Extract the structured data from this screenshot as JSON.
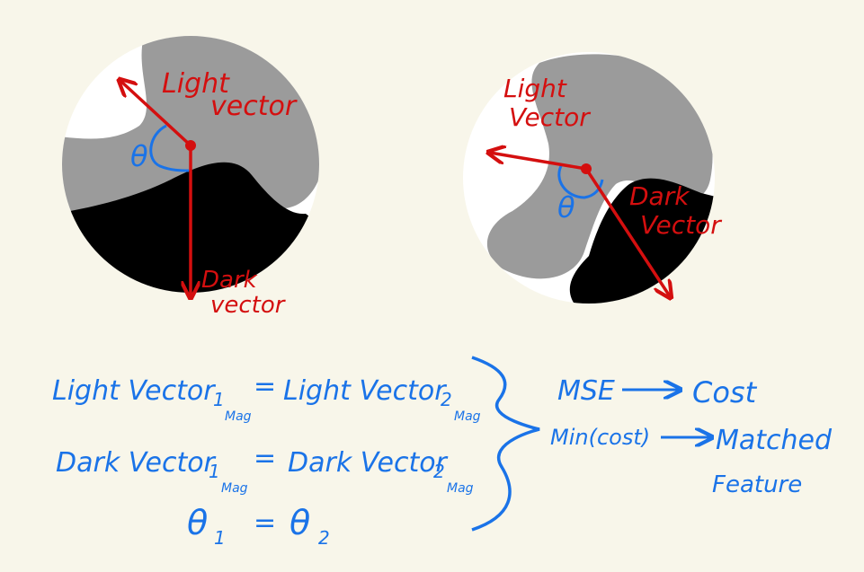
{
  "colors": {
    "background": "#f8f6ea",
    "red": "#d40f0f",
    "blue": "#1a73e8",
    "gray": "#9b9b9b",
    "black": "#000000",
    "white": "#ffffff"
  },
  "disk1": {
    "light_label_line1": "Light",
    "light_label_line2": "vector",
    "dark_label_line1": "Dark",
    "dark_label_line2": "vector",
    "angle_label": "θ"
  },
  "disk2": {
    "light_label_line1": "Light",
    "light_label_line2": "Vector",
    "dark_label_line1": "Dark",
    "dark_label_line2": "Vector",
    "angle_label": "θ"
  },
  "equations": {
    "eq1_left": "Light Vector",
    "eq1_left_sub": "1",
    "eq1_left_subsub": "Mag",
    "eq1_eq": "=",
    "eq1_right": "Light Vector",
    "eq1_right_sub": "2",
    "eq1_right_subsub": "Mag",
    "eq2_left": "Dark Vector",
    "eq2_left_sub": "1",
    "eq2_left_subsub": "Mag",
    "eq2_eq": "=",
    "eq2_right": "Dark Vector",
    "eq2_right_sub": "2",
    "eq2_right_subsub": "Mag",
    "eq3_left": "θ",
    "eq3_left_sub": "1",
    "eq3_eq": "=",
    "eq3_right": "θ",
    "eq3_right_sub": "2"
  },
  "results": {
    "mse": "MSE",
    "cost": "Cost",
    "min_cost": "Min(cost)",
    "matched": "Matched",
    "feature": "Feature"
  }
}
